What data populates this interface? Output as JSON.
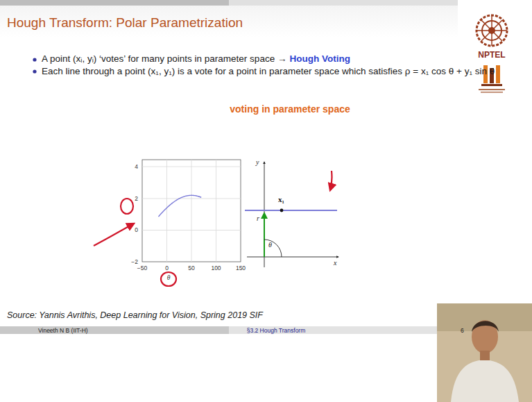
{
  "diagram": {
    "title": "Hough Transform: Polar Parametrization",
    "labels": [
      "A point (xᵢ, yᵢ) ‘votes’ for many points in parameter space →",
      "Hough Voting",
      "Each line through a point (x₁, y₁) is a vote for a point in parameter space which satisfies ρ = x₁ cos θ + y₁ sin θ",
      "voting in parameter space",
      "4",
      "2",
      "0",
      "−2",
      "−50",
      "0",
      "50",
      "100",
      "150",
      "θ",
      "y",
      "x₁",
      "r",
      "θ",
      "x",
      "Source: Yannis Avrithis, Deep Learning for Vision, Spring 2019 SIF",
      "Vineeth N B (IIT-H)",
      "§3.2 Hough Transform",
      "6",
      "NPTEL"
    ]
  }
}
